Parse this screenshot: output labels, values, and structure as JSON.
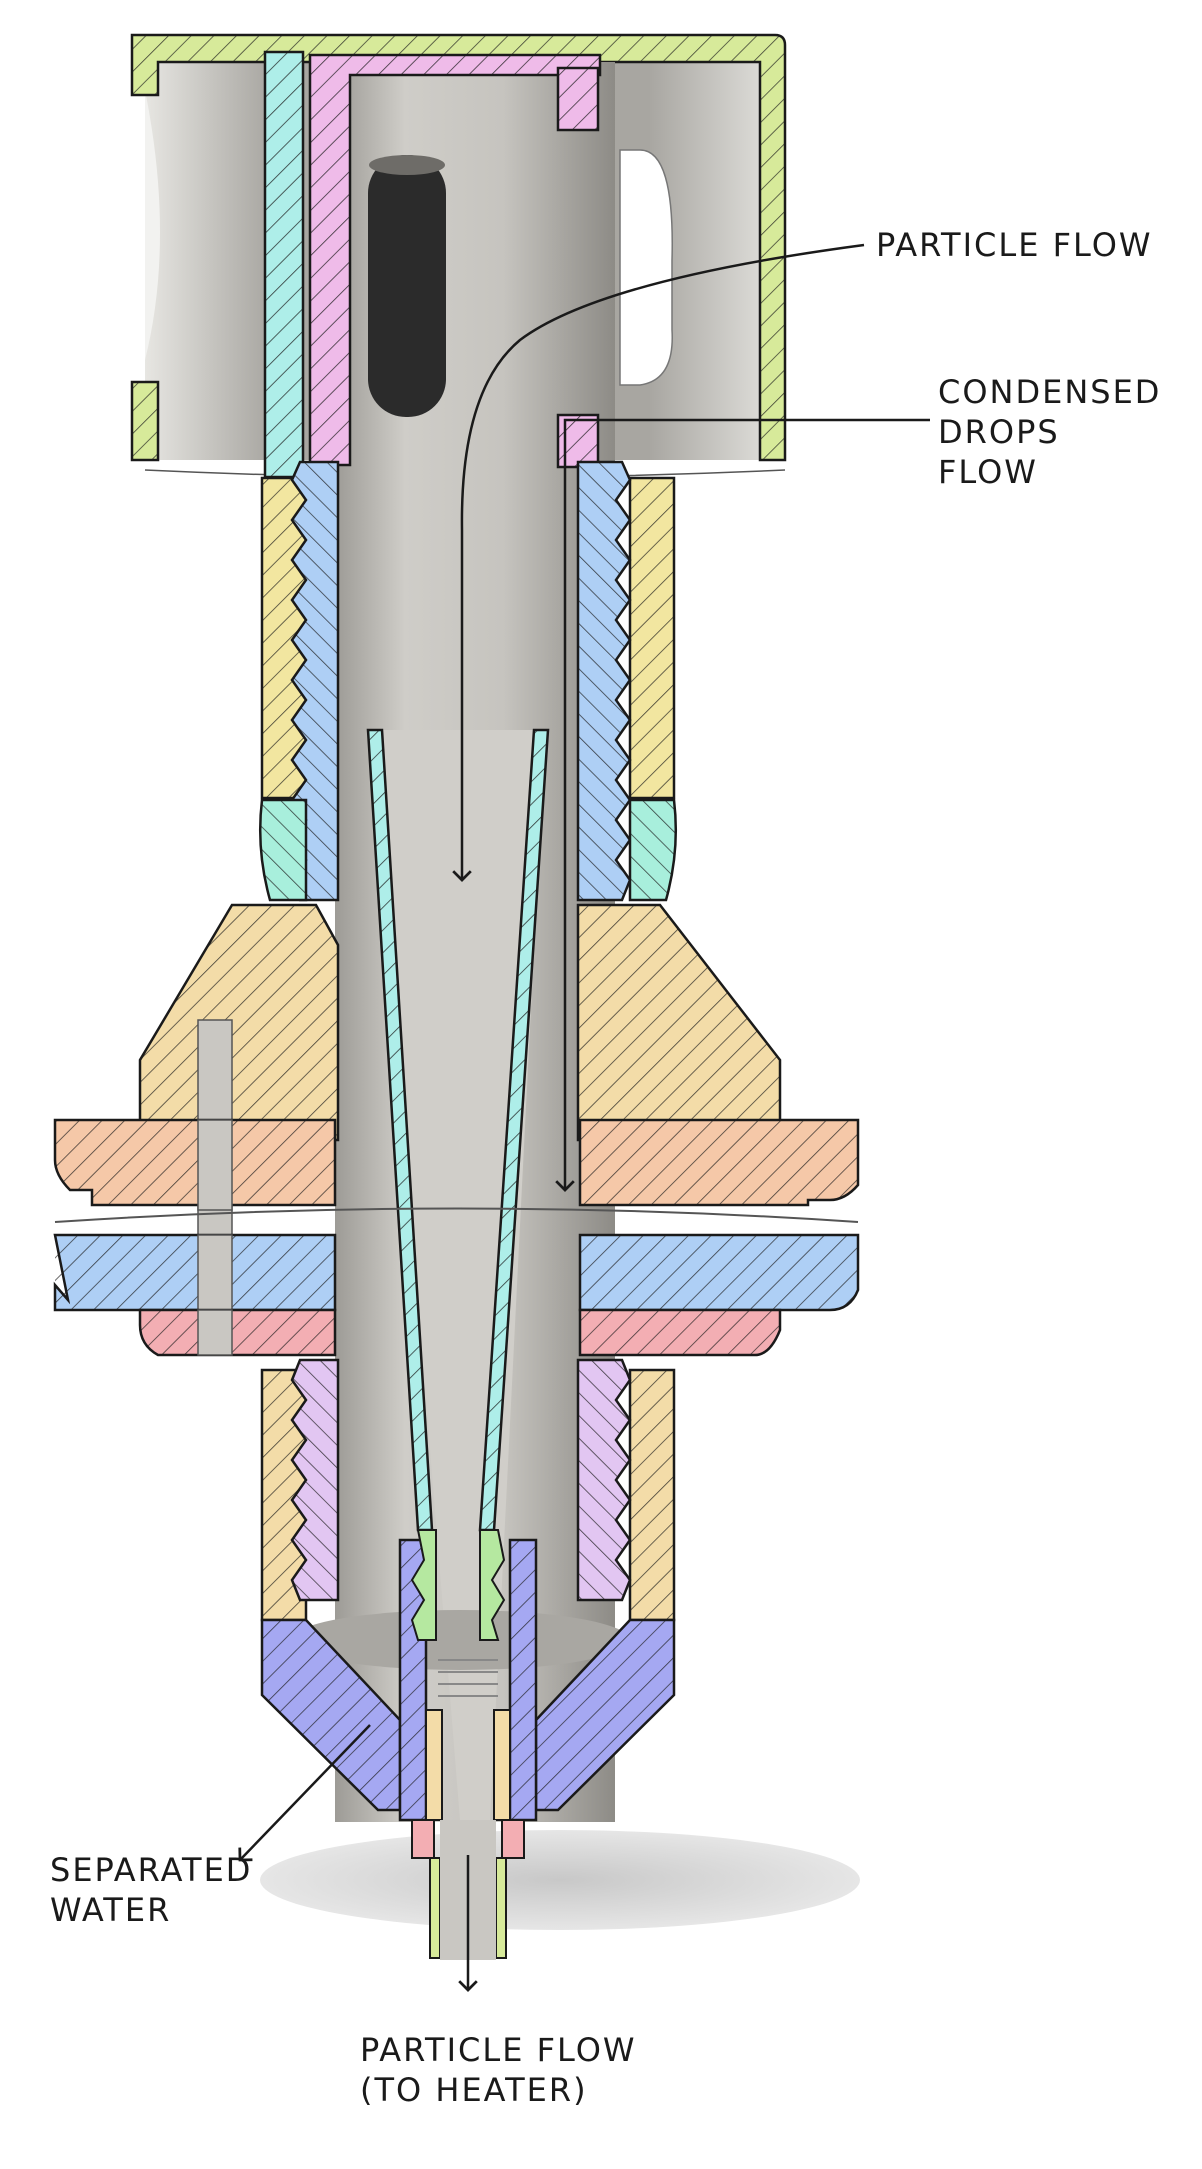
{
  "labels": {
    "particle_flow": "PARTICLE FLOW",
    "condensed_drops_flow": [
      "CONDENSED",
      "DROPS",
      "FLOW"
    ],
    "separated_water": [
      "SEPARATED",
      "WATER"
    ],
    "particle_flow_to_heater": [
      "PARTICLE FLOW",
      "(TO HEATER)"
    ]
  },
  "colors": {
    "metal_grey": "#c9c7c2",
    "metal_dark": "#8f8d88",
    "cavity_dark": "#2b2b2b",
    "lime": "#d7ea9a",
    "cyan": "#aeeee9",
    "pink": "#efbbe9",
    "yellow": "#f2e6a0",
    "blue": "#aecff5",
    "mint": "#a8efdc",
    "tan": "#f3dca8",
    "peach": "#f5c8a8",
    "rose": "#f3aeb3",
    "lavender": "#e2c6f2",
    "periwinkle": "#a5a8f2",
    "green": "#b5e8a0",
    "outline": "#1a1a1a",
    "shadow": "#cfcfcf"
  }
}
